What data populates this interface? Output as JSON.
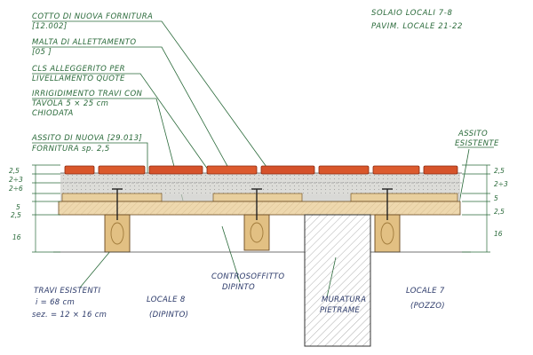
{
  "header": {
    "line1": "SOLAIO   LOCALI   7-8",
    "line2": "PAVIM.   LOCALE   21-22"
  },
  "layers": [
    {
      "id": "cotto",
      "lines": [
        "COTTO DI NUOVA FORNITURA",
        "[12.002]"
      ]
    },
    {
      "id": "malta",
      "lines": [
        "MALTA DI ALLETTAMENTO",
        "[05 ]"
      ]
    },
    {
      "id": "cls",
      "lines": [
        "CLS ALLEGGERITO PER",
        "LIVELLAMENTO QUOTE"
      ]
    },
    {
      "id": "irrigidimento",
      "lines": [
        "IRRIGIDIMENTO TRAVI CON",
        "TAVOLA  5 × 25  cm",
        "CHIODATA"
      ]
    },
    {
      "id": "assito-nuovo",
      "lines": [
        "ASSITO DI NUOVA [29.013]",
        "FORNITURA sp. 2,5"
      ]
    }
  ],
  "assito_esistente": [
    "ASSITO",
    "ESISTENTE"
  ],
  "dims_left": [
    "2,5",
    "2÷3",
    "2÷6",
    "5",
    "2,5",
    "16"
  ],
  "dims_right": [
    "2,5",
    "2÷3",
    "5",
    "2,5",
    "16"
  ],
  "travi_esistenti": [
    "TRAVI ESISTENTI",
    "i = 68 cm",
    "sez. = 12 × 16 cm"
  ],
  "locale_8": [
    "LOCALE  8",
    "(DIPINTO)"
  ],
  "controsoffitto": [
    "CONTROSOFFITTO",
    "DIPINTO"
  ],
  "muratura": [
    "MURATURA",
    "PIETRAME"
  ],
  "locale_7": [
    "LOCALE  7",
    "(POZZO)"
  ],
  "colors": {
    "ink": "#2a6a3a",
    "tile": "#d9562a",
    "tile_edge": "#8a2a10",
    "wood": "#e6c79a",
    "cls": "#d8d8d4",
    "beam_dark": "#b08a4a"
  }
}
